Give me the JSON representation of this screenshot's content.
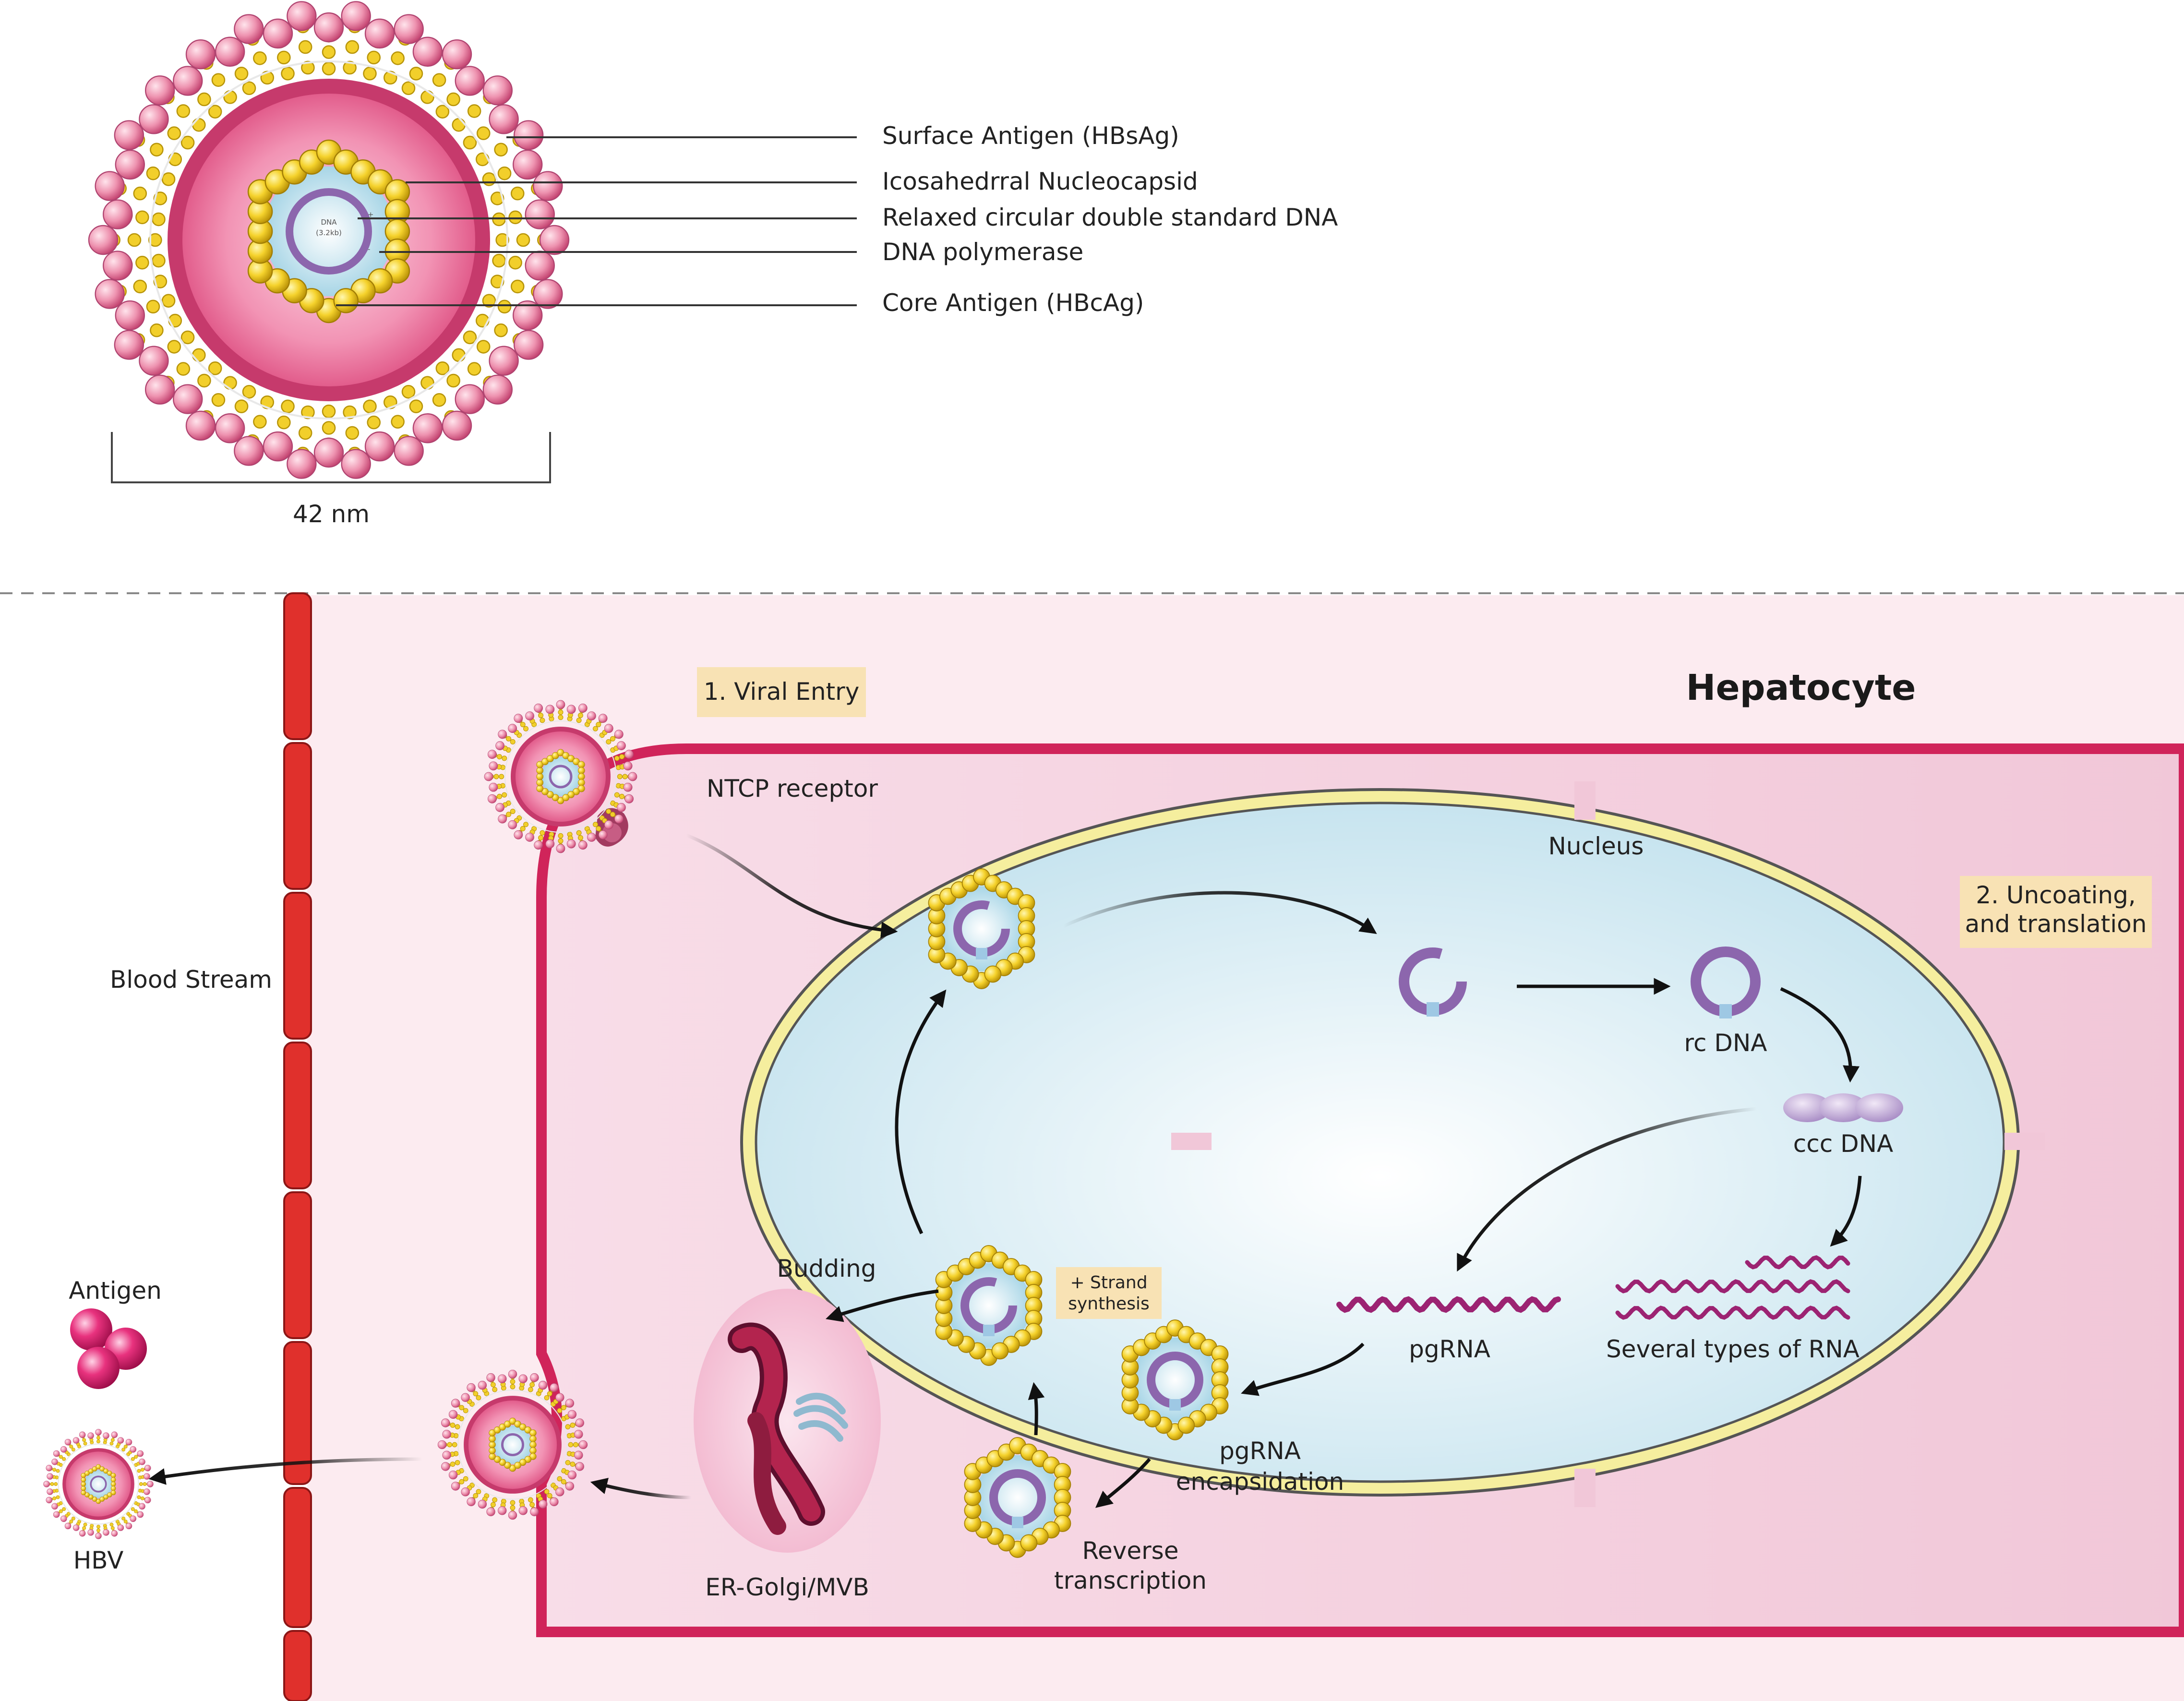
{
  "virion": {
    "labels": {
      "surface_antigen": "Surface Antigen (HBsAg)",
      "nucleocapsid": "Icosahedrral Nucleocapsid",
      "dna": "Relaxed circular double standard DNA",
      "polymerase": "DNA polymerase",
      "core_antigen": "Core Antigen (HBcAg)"
    },
    "dna_label": "DNA",
    "dna_size": "(3.2kb)",
    "plus": "+",
    "minus": "-",
    "scale": "42 nm"
  },
  "cell": {
    "title": "Hepatocyte",
    "blood_stream": "Blood Stream",
    "steps": {
      "entry": "1. Viral Entry",
      "uncoating_1": "2. Uncoating,",
      "uncoating_2": "and translation",
      "strand_1": "+ Strand",
      "strand_2": "synthesis"
    },
    "labels": {
      "ntcp": "NTCP receptor",
      "nucleus": "Nucleus",
      "rc_dna": "rc DNA",
      "ccc_dna": "ccc DNA",
      "pgrna": "pgRNA",
      "rna_types": "Several types of RNA",
      "encaps_1": "pgRNA",
      "encaps_2": "encapsidation",
      "rt_1": "Reverse",
      "rt_2": "transcription",
      "budding": "Budding",
      "er": "ER-Golgi/MVB",
      "antigen": "Antigen",
      "hbv": "HBV"
    }
  },
  "colors": {
    "membrane": "#d0245a",
    "vessel": "#e0302c",
    "capsid": "#f2cf2b",
    "nucleus_rim": "#f5ee9e",
    "nucleus_fill": "#d4ecf3",
    "dna": "#8c66ad",
    "step_box": "#f8e2b4"
  }
}
